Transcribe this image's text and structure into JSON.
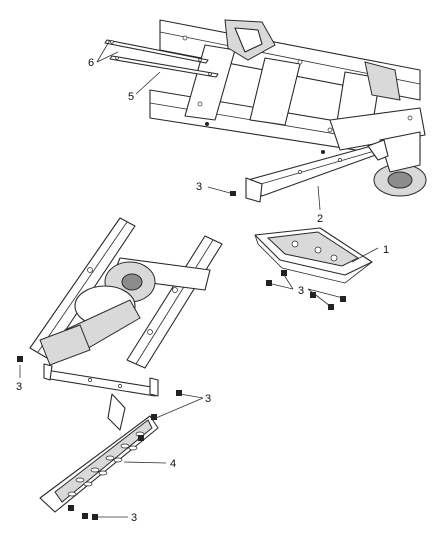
{
  "callouts": {
    "c1": "1",
    "c2": "2",
    "c3a": "3",
    "c3b": "3",
    "c3c": "3",
    "c3d": "3",
    "c3e": "3",
    "c4": "4",
    "c5": "5",
    "c6": "6"
  }
}
